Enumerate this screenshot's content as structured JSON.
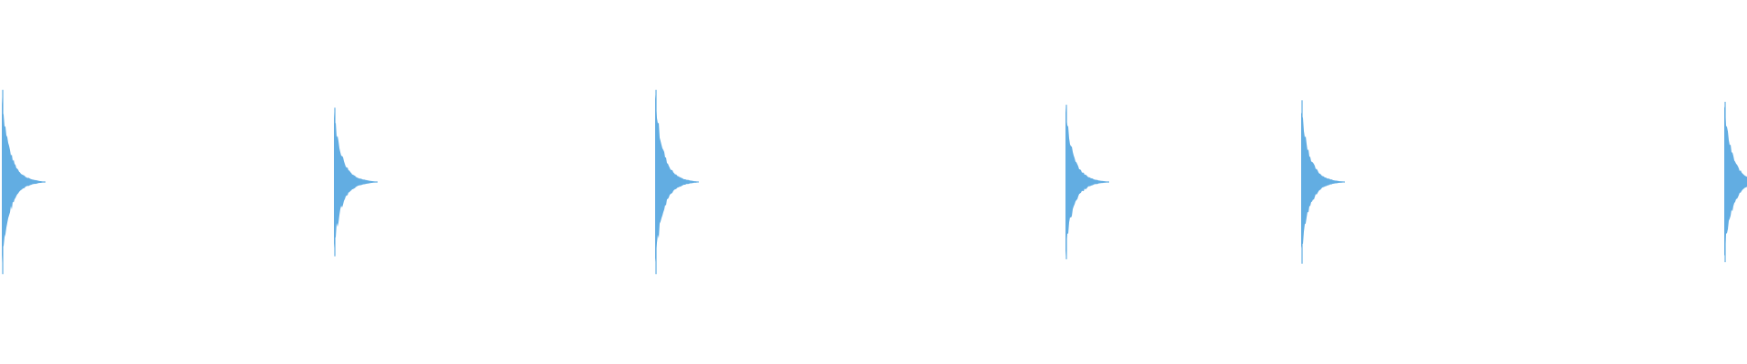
{
  "waveform": {
    "color": "#62ade2",
    "background": "#ffffff",
    "transients": [
      {
        "time": 0.001,
        "peak": 0.62,
        "decay": 0.025
      },
      {
        "time": 0.191,
        "peak": 0.5,
        "decay": 0.025
      },
      {
        "time": 0.375,
        "peak": 0.62,
        "decay": 0.025
      },
      {
        "time": 0.61,
        "peak": 0.52,
        "decay": 0.025
      },
      {
        "time": 0.745,
        "peak": 0.55,
        "decay": 0.025
      },
      {
        "time": 0.987,
        "peak": 0.54,
        "decay": 0.025
      }
    ]
  }
}
